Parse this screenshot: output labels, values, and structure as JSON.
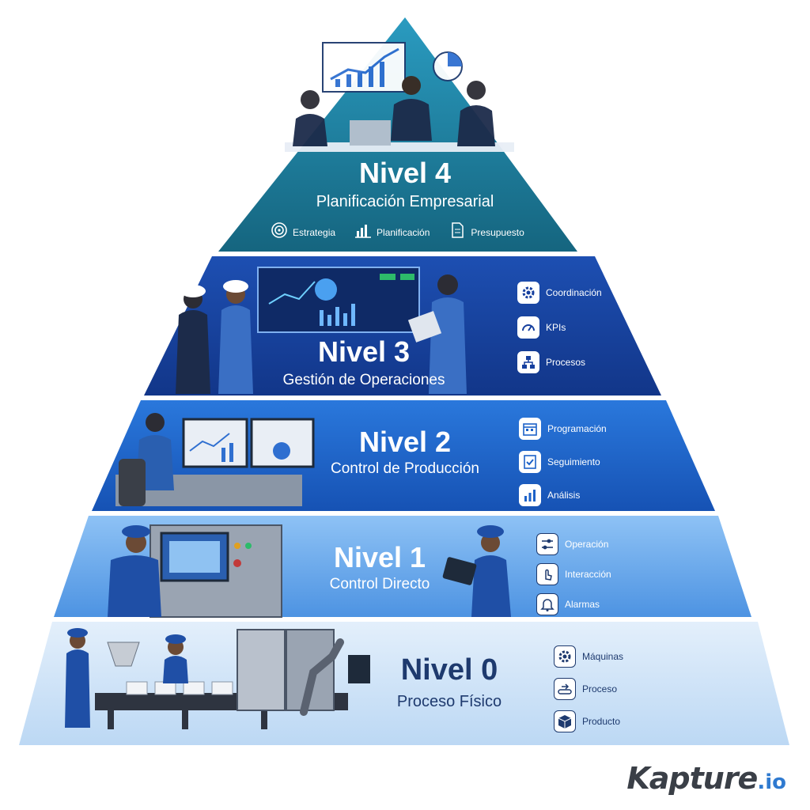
{
  "tiers": [
    {
      "level": "Nivel 4",
      "name": "Planificación Empresarial",
      "items": [
        {
          "label": "Estrategia",
          "icon": "target-icon"
        },
        {
          "label": "Planificación",
          "icon": "bar-chart-icon"
        },
        {
          "label": "Presupuesto",
          "icon": "document-icon"
        }
      ]
    },
    {
      "level": "Nivel 3",
      "name": "Gestión de Operaciones",
      "items": [
        {
          "label": "Coordinación",
          "icon": "gear-icon"
        },
        {
          "label": "KPIs",
          "icon": "gauge-icon"
        },
        {
          "label": "Procesos",
          "icon": "flowchart-icon"
        }
      ]
    },
    {
      "level": "Nivel 2",
      "name": "Control de Producción",
      "items": [
        {
          "label": "Programación",
          "icon": "calendar-icon"
        },
        {
          "label": "Seguimiento",
          "icon": "checklist-icon"
        },
        {
          "label": "Análisis",
          "icon": "bar-chart-icon"
        }
      ]
    },
    {
      "level": "Nivel 1",
      "name": "Control Directo",
      "items": [
        {
          "label": "Operación",
          "icon": "sliders-icon"
        },
        {
          "label": "Interacción",
          "icon": "touch-icon"
        },
        {
          "label": "Alarmas",
          "icon": "bell-icon"
        }
      ]
    },
    {
      "level": "Nivel 0",
      "name": "Proceso Físico",
      "items": [
        {
          "label": "Máquinas",
          "icon": "gear-icon"
        },
        {
          "label": "Proceso",
          "icon": "conveyor-icon"
        },
        {
          "label": "Producto",
          "icon": "box-icon"
        }
      ]
    }
  ],
  "brand": {
    "main": "Kapture",
    "suffix": ".io"
  },
  "colors": {
    "tier4": "#1f7ea0",
    "tier3": "#163f9e",
    "tier2": "#1d62c8",
    "tier1": "#5fa2ea",
    "tier0": "#cfe3f8",
    "dark_text": "#1e3a6e"
  }
}
